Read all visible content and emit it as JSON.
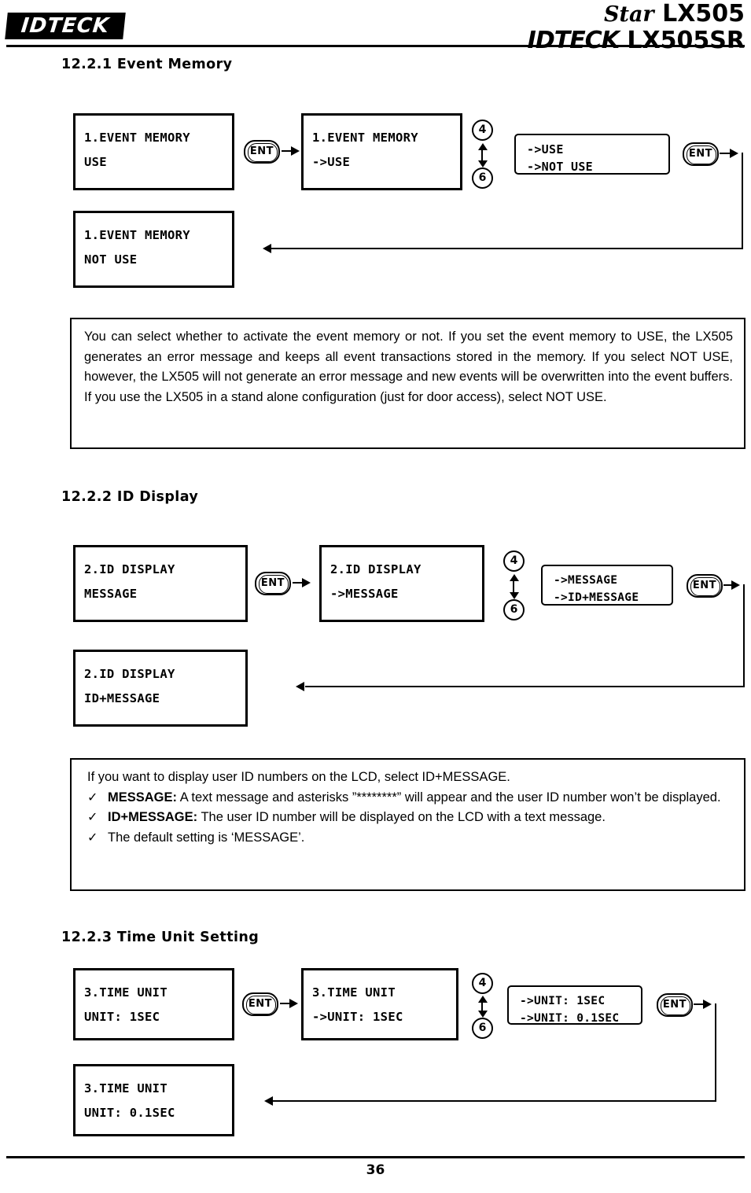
{
  "header": {
    "logo_text": "IDTECK",
    "product_star": "Star",
    "product_model": "LX505",
    "brand": "IDTECK",
    "model_sr": "LX505SR"
  },
  "sections": [
    {
      "number": "12.2.1",
      "title": "Event Memory",
      "flow": {
        "lcd_initial": {
          "line1": "1.EVENT MEMORY",
          "line2": "USE"
        },
        "lcd_edit": {
          "line1": "1.EVENT MEMORY",
          "line2": "->USE"
        },
        "options": [
          "->USE",
          "->NOT USE"
        ],
        "lcd_result": {
          "line1": "1.EVENT MEMORY",
          "line2": "NOT USE"
        },
        "key_ent": "ENT",
        "key_up": "4",
        "key_down": "6"
      },
      "note": "You can select whether to activate the event memory or not. If you set the event memory to USE, the LX505 generates an error message and keeps all event transactions stored in the memory. If you select NOT USE, however, the LX505 will not generate an error message and new events will be overwritten into the event buffers. If you use the LX505 in a stand alone configuration (just for door access), select NOT USE."
    },
    {
      "number": "12.2.2",
      "title": "ID Display",
      "flow": {
        "lcd_initial": {
          "line1": "2.ID DISPLAY",
          "line2": "MESSAGE"
        },
        "lcd_edit": {
          "line1": "2.ID DISPLAY",
          "line2": "->MESSAGE"
        },
        "options": [
          "->MESSAGE",
          "->ID+MESSAGE"
        ],
        "lcd_result": {
          "line1": "2.ID DISPLAY",
          "line2": "ID+MESSAGE"
        },
        "key_ent": "ENT",
        "key_up": "4",
        "key_down": "6"
      },
      "note_intro": "If you want to display user ID numbers on the LCD, select ID+MESSAGE.",
      "note_bullets": [
        {
          "check": "✓",
          "label": "MESSAGE:",
          "text": " A text message and asterisks ”********” will appear and the user ID number won’t be displayed."
        },
        {
          "check": "✓",
          "label": "ID+MESSAGE:",
          "text": " The user ID number will be displayed on the LCD with a text message."
        },
        {
          "check": "✓",
          "label": "",
          "text": "The default setting is ‘MESSAGE’."
        }
      ]
    },
    {
      "number": "12.2.3",
      "title": "Time Unit Setting",
      "flow": {
        "lcd_initial": {
          "line1": "3.TIME UNIT",
          "line2": "UNIT: 1SEC"
        },
        "lcd_edit": {
          "line1": "3.TIME UNIT",
          "line2": "->UNIT: 1SEC"
        },
        "options": [
          "->UNIT: 1SEC",
          "->UNIT: 0.1SEC"
        ],
        "lcd_result": {
          "line1": "3.TIME UNIT",
          "line2": "UNIT: 0.1SEC"
        },
        "key_ent": "ENT",
        "key_up": "4",
        "key_down": "6"
      }
    }
  ],
  "footer": {
    "page_number": "36"
  }
}
